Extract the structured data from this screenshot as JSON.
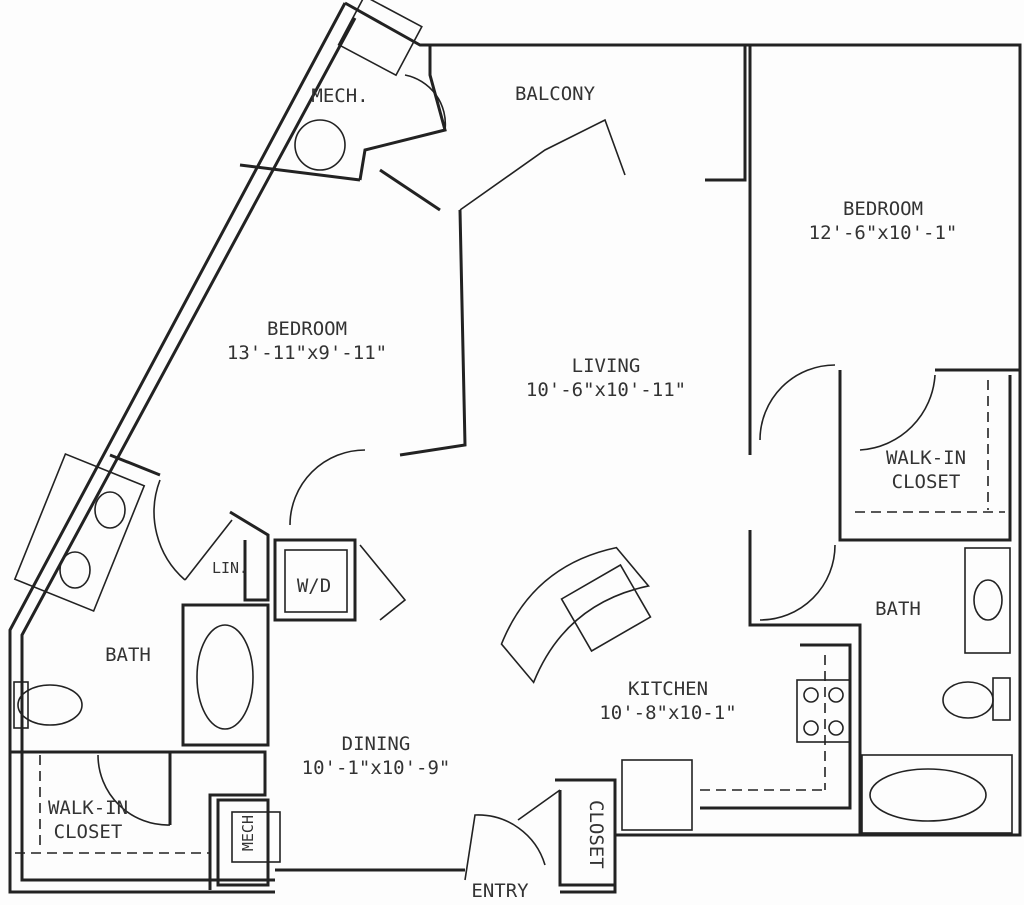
{
  "rooms": {
    "mech_top": {
      "name": "MECH."
    },
    "balcony": {
      "name": "BALCONY"
    },
    "bedroom_right": {
      "name": "BEDROOM",
      "size": "12'-6\"x10'-1\""
    },
    "bedroom_left": {
      "name": "BEDROOM",
      "size": "13'-11\"x9'-11\""
    },
    "living": {
      "name": "LIVING",
      "size": "10'-6\"x10'-11\""
    },
    "walkin_right": {
      "name": "WALK-IN",
      "name2": "CLOSET"
    },
    "linen": {
      "name": "LIN."
    },
    "wd": {
      "name": "W/D"
    },
    "bath_right": {
      "name": "BATH"
    },
    "bath_left": {
      "name": "BATH"
    },
    "kitchen": {
      "name": "KITCHEN",
      "size": "10'-8\"x10-1\""
    },
    "dining": {
      "name": "DINING",
      "size": "10'-1\"x10'-9\""
    },
    "walkin_left": {
      "name": "WALK-IN",
      "name2": "CLOSET"
    },
    "mech_bottom": {
      "name": "MECH"
    },
    "closet": {
      "name": "CLOSET"
    },
    "entry": {
      "name": "ENTRY"
    }
  }
}
